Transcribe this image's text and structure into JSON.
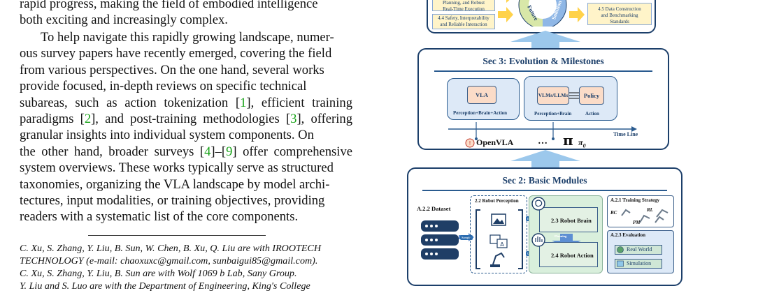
{
  "paper": {
    "intro_lines": [
      "rapid progress, making the field of embodied intelligence",
      "both exciting and increasingly complex."
    ],
    "para2": {
      "l1": "To help navigate this rapidly growing landscape, numer-",
      "l2": "ous survey papers have recently emerged, covering the field",
      "l3": "from various perspectives. On the one hand, several works",
      "l4": "provide focused, in-depth reviews on specific technical",
      "l5a": "subareas, such as action tokenization [",
      "c1": "1",
      "l5b": "], efficient training",
      "l6a": "paradigms [",
      "c2": "2",
      "l6b": "], and post-training methodologies [",
      "c3": "3",
      "l6c": "], offering",
      "l7": "granular insights into individual system components. On",
      "l8a": "the other hand, broader surveys [",
      "c4": "4",
      "l8b": "]–[",
      "c5": "9",
      "l8c": "] offer comprehensive",
      "l9": "system overviews. These works typically serve as structured",
      "l10": "taxonomies, organizing the VLA landscape by model archi-",
      "l11": "tectures, input modalities, or training objectives, providing",
      "l12": "readers with a systematic list of the core components."
    },
    "footnotes": [
      "C. Xu, S. Zhang, Y. Liu, B. Sun, W. Chen, B. Xu, Q. Liu are with IROOTECH",
      "TECHNOLOGY (e-mail: chaoxuxc@gmail.com, sunbaigui85@gmail.com).",
      "C. Xu, S. Zhang, Y. Liu, B. Sun are with Wolf 1069 b Lab, Sany Group.",
      "Y. Liu and S. Luo are with the Department of Engineering, King's College"
    ]
  },
  "figure": {
    "top_section": {
      "left_items": [
        "Planning, and Robust\nReal-Time Execution",
        "4.4 Safety, Interpretability\nand Reliable Interaction"
      ],
      "right_item": "4.5 Data Construction\nand Benchmarking\nStandards",
      "wheel_labels": [
        "Future",
        "Solution"
      ]
    },
    "sec3": {
      "title": "Sec 3: Evolution & Milestones",
      "vla": "VLA",
      "vla_caption": "Perception+Brain+Action",
      "vlms": "VLMs/LLMs",
      "policy": "Policy",
      "vlms_caption": "Perception+Brain",
      "policy_caption": "Action",
      "timeline": "Time Line",
      "openvla": "OpenVLA",
      "dots": "…",
      "pi": "π",
      "pi0": "π",
      "pi0_sub": "0"
    },
    "sec2": {
      "title": "Sec 2: Basic Modules",
      "dataset": "A.2.2 Dataset",
      "perception": "2.2 Robot Perception",
      "brain": "2.3 Robot Brain",
      "action": "2.4 Robot Action",
      "planning": "Planning",
      "sample": "Sample",
      "input": "Input",
      "update": "Update",
      "training": "A.2.1 Training Strategy",
      "bc": "BC",
      "rl": "RL",
      "pm": "PM",
      "evaluation": "A.2.3 Evaluation",
      "real_world": "Real World",
      "simulation": "Simulation"
    },
    "colors": {
      "navy": "#1c3f6a",
      "arrow_blue": "#9cc8ec",
      "panel_blue": "#dde9f7",
      "pill_peach": "#fbdcc8",
      "module_green": "#d9efdc",
      "yellow_arrow": "#ffd24a",
      "citation_green": "#19a319"
    }
  }
}
